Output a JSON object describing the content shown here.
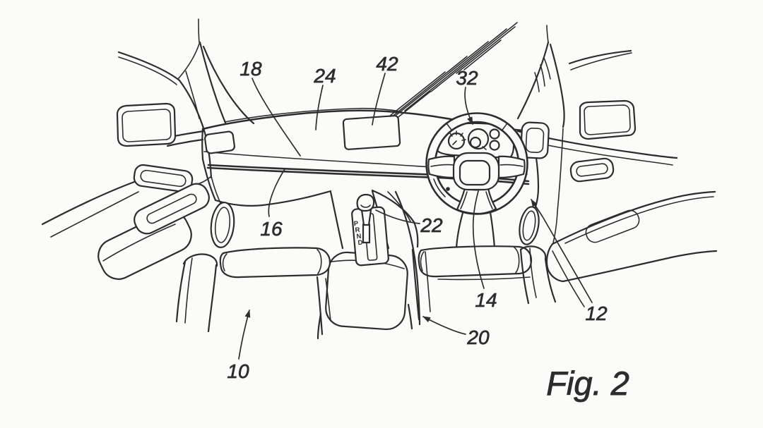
{
  "figure_caption": "Fig. 2",
  "reference_labels": [
    {
      "text": "18"
    },
    {
      "text": "24"
    },
    {
      "text": "42"
    },
    {
      "text": "32"
    },
    {
      "text": "16"
    },
    {
      "text": "22"
    },
    {
      "text": "14"
    },
    {
      "text": "12"
    },
    {
      "text": "20"
    },
    {
      "text": "10"
    }
  ],
  "gear_selector_letters": [
    "P",
    "R",
    "N",
    "D"
  ],
  "colors": {
    "ink": "#2d2d2d",
    "background": "#fbfbfa"
  }
}
